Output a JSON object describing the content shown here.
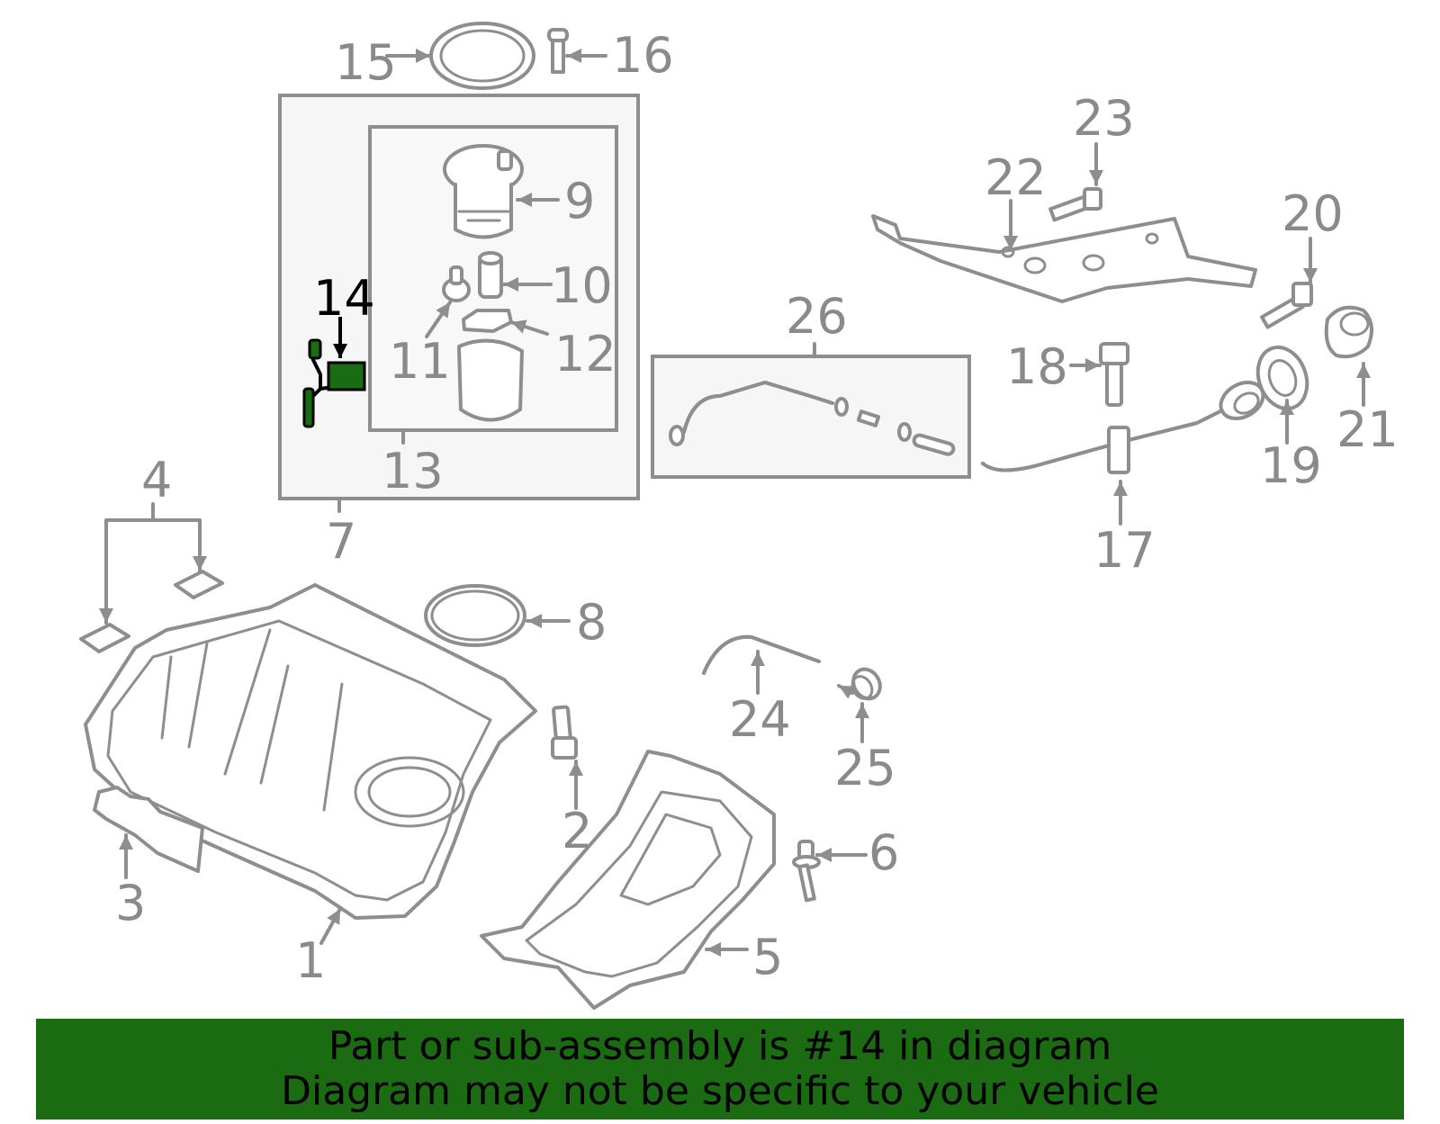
{
  "callouts": [
    "1",
    "2",
    "3",
    "4",
    "5",
    "6",
    "7",
    "8",
    "9",
    "10",
    "11",
    "12",
    "13",
    "14",
    "15",
    "16",
    "17",
    "18",
    "19",
    "20",
    "21",
    "22",
    "23",
    "24",
    "25",
    "26"
  ],
  "highlighted_part": "14",
  "banner": {
    "line1": "Part or sub-assembly is #14 in diagram",
    "line2": "Diagram may not be specific to your vehicle"
  },
  "colors": {
    "banner_bg": "#1a6b12",
    "highlight": "#1a6b12",
    "line": "#8e8e8e"
  }
}
